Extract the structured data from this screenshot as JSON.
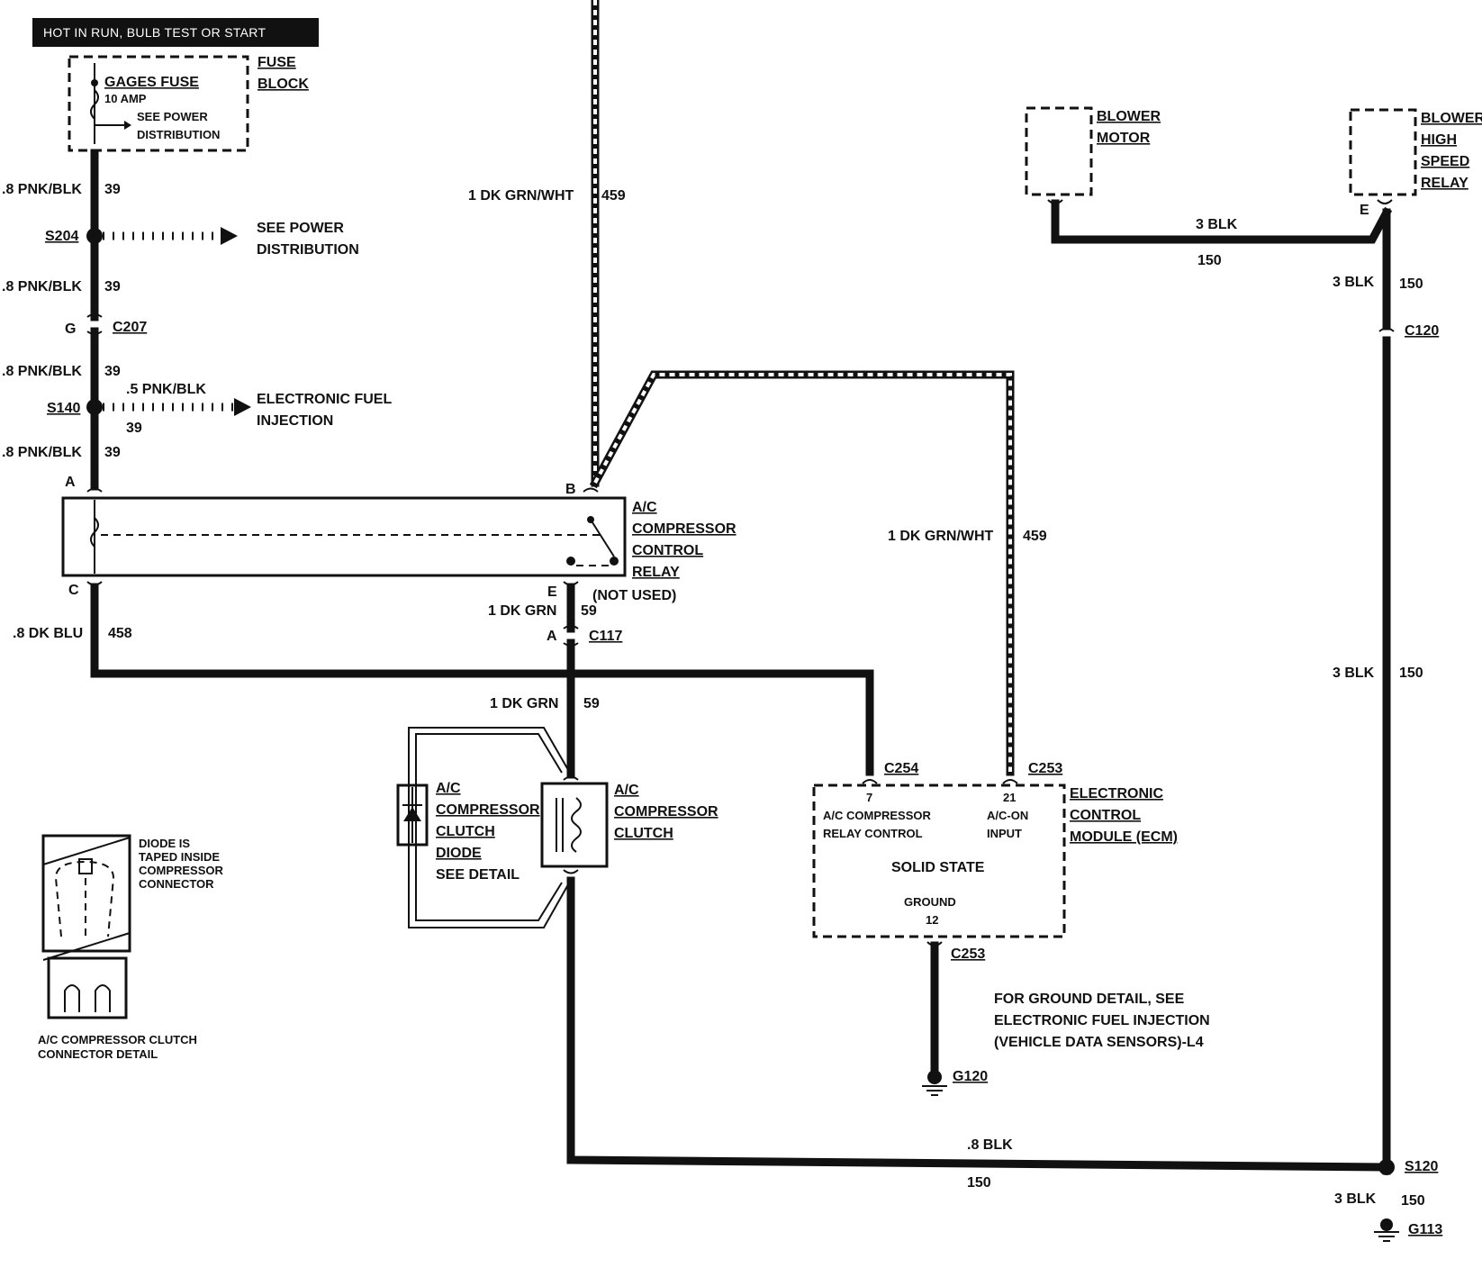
{
  "header": {
    "text": "HOT IN RUN, BULB TEST OR START"
  },
  "fuse_block": {
    "fuse": "GAGES FUSE",
    "amp": "10 AMP",
    "see_power_1": "SEE POWER",
    "see_power_2": "DISTRIBUTION",
    "block_1": "FUSE",
    "block_2": "BLOCK"
  },
  "left_circuit": {
    "w1": ".8 PNK/BLK",
    "c1": "39",
    "s204": "S204",
    "see_pd_1": "SEE POWER",
    "see_pd_2": "DISTRIBUTION",
    "w2": ".8 PNK/BLK",
    "c2": "39",
    "g": "G",
    "c207": "C207",
    "w3": ".8 PNK/BLK",
    "c3": "39",
    "branch_wire": ".5 PNK/BLK",
    "branch_circuit": "39",
    "s140": "S140",
    "efi_1": "ELECTRONIC FUEL",
    "efi_2": "INJECTION",
    "w4": ".8 PNK/BLK",
    "c4": "39"
  },
  "relay": {
    "pin_a": "A",
    "pin_b": "B",
    "pin_c": "C",
    "pin_e": "E",
    "label_1": "A/C",
    "label_2": "COMPRESSOR",
    "label_3": "CONTROL",
    "label_4": "RELAY",
    "not_used": "(NOT USED)"
  },
  "wire_459_top": {
    "wire": "1 DK GRN/WHT",
    "circuit": "459"
  },
  "wire_459_right": {
    "wire": "1 DK GRN/WHT",
    "circuit": "459"
  },
  "wire_458": {
    "wire": ".8 DK BLU",
    "circuit": "458"
  },
  "wire_59_a": {
    "wire": "1 DK GRN",
    "circuit": "59"
  },
  "c117": {
    "pin": "A",
    "name": "C117"
  },
  "wire_59_b": {
    "wire": "1 DK GRN",
    "circuit": "59"
  },
  "diode": {
    "l1": "A/C",
    "l2": "COMPRESSOR",
    "l3": "CLUTCH",
    "l4": "DIODE",
    "l5": "SEE DETAIL"
  },
  "clutch": {
    "l1": "A/C",
    "l2": "COMPRESSOR",
    "l3": "CLUTCH"
  },
  "detail": {
    "note_1": "DIODE IS",
    "note_2": "TAPED INSIDE",
    "note_3": "COMPRESSOR",
    "note_4": "CONNECTOR",
    "caption_1": "A/C COMPRESSOR CLUTCH",
    "caption_2": "CONNECTOR DETAIL"
  },
  "ecm": {
    "c254": "C254",
    "c253_top": "C253",
    "pin7": "7",
    "pin21": "21",
    "relay_ctrl_1": "A/C COMPRESSOR",
    "relay_ctrl_2": "RELAY CONTROL",
    "acon_1": "A/C-ON",
    "acon_2": "INPUT",
    "solid_state": "SOLID STATE",
    "ground": "GROUND",
    "pin12": "12",
    "c253_bottom": "C253",
    "name_1": "ELECTRONIC",
    "name_2": "CONTROL",
    "name_3": "MODULE (ECM)",
    "g120": "G120",
    "note_1": "FOR GROUND DETAIL, SEE",
    "note_2": "ELECTRONIC FUEL INJECTION",
    "note_3": "(VEHICLE DATA SENSORS)-L4"
  },
  "blower": {
    "motor_1": "BLOWER",
    "motor_2": "MOTOR",
    "relay_1": "BLOWER",
    "relay_2": "HIGH",
    "relay_3": "SPEED",
    "relay_4": "RELAY",
    "pin_e": "E",
    "top_wire": "3 BLK",
    "top_circuit": "150",
    "down_wire": "3 BLK",
    "down_circuit": "150",
    "c120": "C120",
    "mid_wire": "3 BLK",
    "mid_circuit": "150"
  },
  "ground_bus": {
    "wire": ".8 BLK",
    "circuit": "150",
    "s120": "S120",
    "bottom_wire": "3 BLK",
    "bottom_circuit": "150",
    "g113": "G113"
  }
}
